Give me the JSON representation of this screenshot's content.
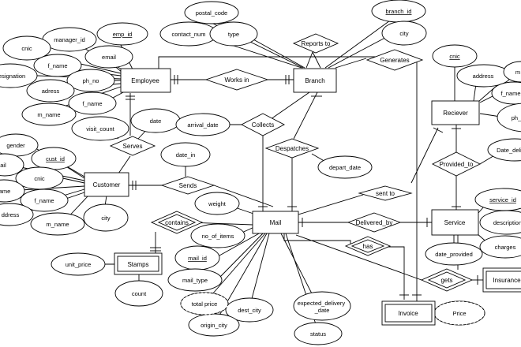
{
  "entities": {
    "employee": "Employee",
    "branch": "Branch",
    "customer": "Customer",
    "mail": "Mail",
    "reciever": "Reciever",
    "service": "Service",
    "stamps": "Stamps",
    "invoice": "Invoice",
    "insurance": "Insurance"
  },
  "relationships": {
    "works_in": "Works in",
    "reports_to": "Reports to",
    "generates": "Generates",
    "collects": "Collects",
    "despatches": "Despatches",
    "serves": "Serves",
    "sends": "Sends",
    "contains": "contains",
    "delivered_by": "Delivered_by",
    "has": "has",
    "gets": "gets",
    "sent_to": "sent to",
    "provided_to": "Provided_to"
  },
  "attributes": {
    "emp_id": "emp_id",
    "manager_id": "manager_id",
    "cnic_emp": "cnic",
    "email": "email",
    "f_name_emp": "f_name",
    "designation": "designation",
    "ph_no": "ph_no",
    "adress_emp": "adress",
    "f_name_emp2": "f_name",
    "m_name_emp": "m_name",
    "postal_code": "postal_code",
    "contact_num": "contact_num",
    "type": "type",
    "branch_id": "branch_id",
    "city_branch": "city",
    "date_serves": "date",
    "visit_count": "visit_count",
    "arrival_date": "arrival_date",
    "depart_date": "depart_date",
    "gender": "gender",
    "cust_id": "cust_id",
    "email_cust": "ail",
    "cnic_cust": "cnic",
    "name_cust": "ame",
    "f_name_cust": "f_name",
    "address_cust": "ddress",
    "m_name_cust": "m_name",
    "city_cust": "city",
    "date_in": "date_in",
    "weight": "weight",
    "no_of_items": "no_of_items",
    "mail_id": "mail_id",
    "mail_type": "mail_type",
    "total_price": "total price",
    "dest_city": "dest_city",
    "origin_city": "origin_city",
    "expected_delivery_date": "expected_delivery\n_date",
    "status": "status",
    "unit_price": "unit_price",
    "count": "count",
    "price": "Price",
    "cnic_rec": "cnic",
    "address_rec": "address",
    "f_name_rec": "f_name",
    "m_rec": "m",
    "ph_rec": "ph_",
    "date_deli": "Date_deli",
    "service_id": "service_id",
    "description": "description",
    "charges": "charges",
    "date_provided": "date_provided"
  }
}
